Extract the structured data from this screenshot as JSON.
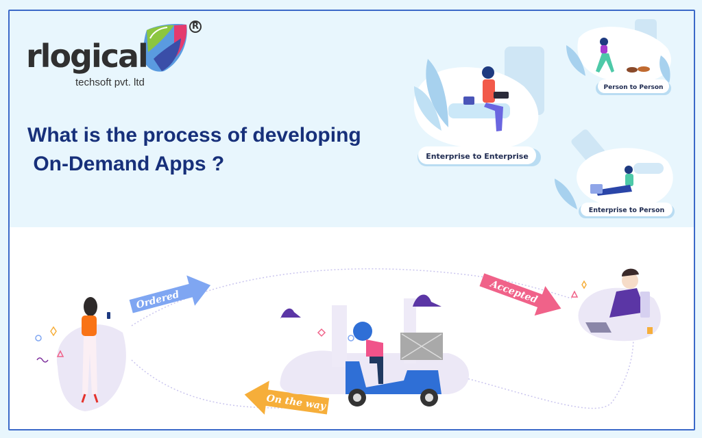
{
  "brand": {
    "name": "rlogical",
    "tagline": "techsoft pvt. ltd",
    "registered_mark": "R"
  },
  "headline": {
    "line1": "What is the process of developing",
    "line2": " On-Demand Apps ?"
  },
  "categories": [
    {
      "label": "Enterprise to Enterprise"
    },
    {
      "label": "Person to Person"
    },
    {
      "label": "Enterprise to Person"
    }
  ],
  "flow": {
    "steps": [
      {
        "label": "Ordered",
        "color": "#7fa6f2"
      },
      {
        "label": "Accepted",
        "color": "#f06289"
      },
      {
        "label": "On the way",
        "color": "#f6ae3a"
      }
    ]
  },
  "colors": {
    "title": "#17307a",
    "frame_border": "#3a68c8",
    "top_background": "#e8f6fd"
  }
}
